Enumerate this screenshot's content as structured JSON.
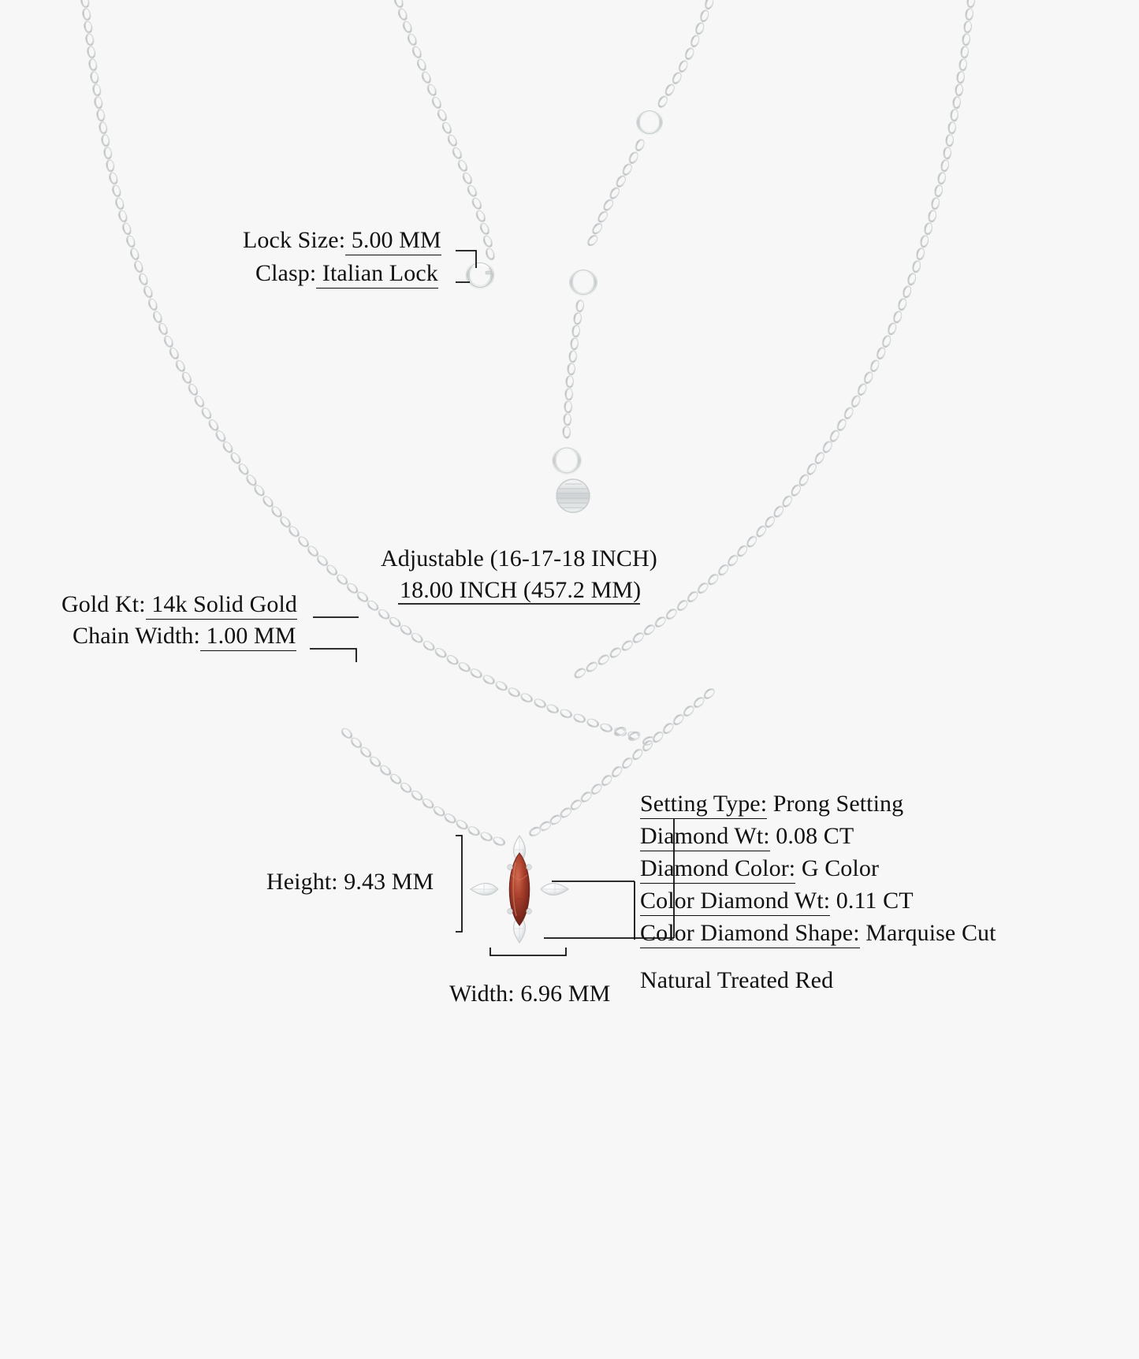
{
  "page": {
    "background_color": "#f7f7f7",
    "text_color": "#111111",
    "product_type": "necklace-specification-diagram"
  },
  "clasp_group": {
    "lock_size": {
      "label": "Lock Size:",
      "value": " 5.00 MM"
    },
    "clasp": {
      "label": "Clasp:",
      "value": " Italian Lock"
    }
  },
  "chain_group": {
    "gold_kt": {
      "label": "Gold Kt:",
      "value": " 14k Solid Gold"
    },
    "chain_width": {
      "label": "Chain Width:",
      "value": " 1.00 MM"
    }
  },
  "length_group": {
    "adjustable": "Adjustable (16-17-18 INCH)",
    "length": "18.00 INCH (457.2 MM)"
  },
  "dimensions": {
    "height": "Height: 9.43 MM",
    "width": "Width: 6.96 MM"
  },
  "stone_specs": [
    {
      "label": "Setting Type:",
      "value": " Prong Setting",
      "underline": "label"
    },
    {
      "label": "Diamond Wt:",
      "value": " 0.08 CT",
      "underline": "label"
    },
    {
      "label": "Diamond Color:",
      "value": " G Color",
      "underline": "label"
    },
    {
      "label": "Color Diamond Wt:",
      "value": " 0.11 CT",
      "underline": "label"
    },
    {
      "label": "Color Diamond Shape:",
      "value": " Marquise Cut",
      "underline": "label"
    }
  ],
  "stone_note": "Natural Treated Red",
  "colors": {
    "gem_red": "#9e3b2b",
    "gem_red_light": "#c0563f",
    "metal": "#d9dbdc",
    "metal_light": "#f2f3f3",
    "metal_dark": "#a8acae",
    "diamond": "#ffffff",
    "line": "#111111"
  },
  "icons": {
    "chain": "chain-link-icon",
    "clasp": "spring-ring-clasp-icon",
    "extender": "extender-chain-icon",
    "tag": "round-tag-icon",
    "pendant": "marquise-pendant-icon"
  }
}
